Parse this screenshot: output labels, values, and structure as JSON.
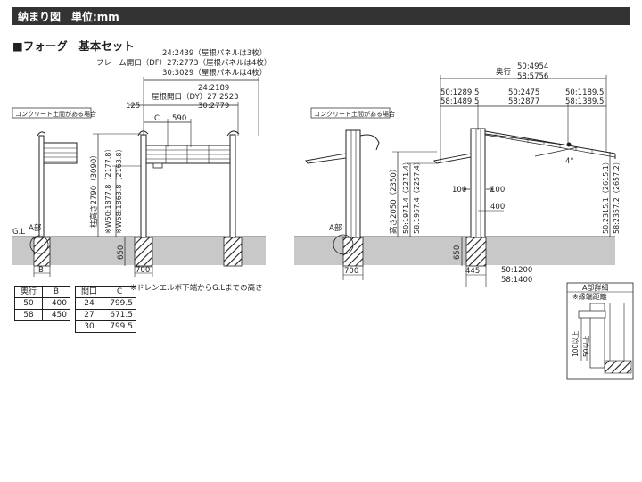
{
  "header": {
    "title": "納まり図　単位:mm"
  },
  "section_title": "■フォーグ　基本セット",
  "front": {
    "dim_top_1": "24:2439（屋根パネルは3枚）",
    "dim_top_2": "フレーム開口（DF）27:2773（屋根パネルは4枚）",
    "dim_top_3": "30:3029（屋根パネルは4枚）",
    "dim_mid_1": "24:2189",
    "dim_mid_2": "屋根開口（DY）27:2523",
    "dim_mid_3": "30:2779",
    "dim_125": "125",
    "dim_c": "C",
    "dim_590": "590",
    "concrete_note": "コンクリート土間がある場合",
    "pillar_height": "柱高さ2790（3090）",
    "w_height_1": "※W50:1877.8（2177.8）",
    "w_height_2": "※W58:1863.8（2163.8）",
    "gl": "G.L",
    "a_part": "A部",
    "dim_650": "650",
    "dim_700": "700",
    "dim_b": "B",
    "drain_note": "※ドレンエルボ下端からG.Lまでの高さ"
  },
  "side": {
    "depth_label": "奥行",
    "depth_1": "50:4954",
    "depth_2": "58:5756",
    "span_left_1": "50:1289.5",
    "span_left_2": "58:1489.5",
    "span_mid_1": "50:2475",
    "span_mid_2": "58:2877",
    "span_right_1": "50:1189.5",
    "span_right_2": "58:1389.5",
    "concrete_note": "コンクリート土間がある場合",
    "angle": "4°",
    "dim_100_left": "100",
    "dim_100_right": "100",
    "dim_400": "400",
    "height_main": "高さ2050（2350）",
    "height_50": "50:1971.4（2271.4）",
    "height_58": "58:1957.4（2257.4）",
    "right_height_50": "50:2315.1（2615.1）",
    "right_height_58": "58:2357.2（2657.2）",
    "a_part": "A部",
    "dim_650": "650",
    "dim_700": "700",
    "dim_445": "445",
    "bottom_1": "50:1200",
    "bottom_2": "58:1400"
  },
  "detail": {
    "title": "A部詳細",
    "subtitle": "※縁端距離",
    "dim_100": "100以上",
    "dim_50": "50以上"
  },
  "table_b": {
    "headers": [
      "奥行",
      "B"
    ],
    "rows": [
      [
        "50",
        "400"
      ],
      [
        "58",
        "450"
      ]
    ]
  },
  "table_c": {
    "headers": [
      "間口",
      "C"
    ],
    "rows": [
      [
        "24",
        "799.5"
      ],
      [
        "27",
        "671.5"
      ],
      [
        "30",
        "799.5"
      ]
    ]
  }
}
